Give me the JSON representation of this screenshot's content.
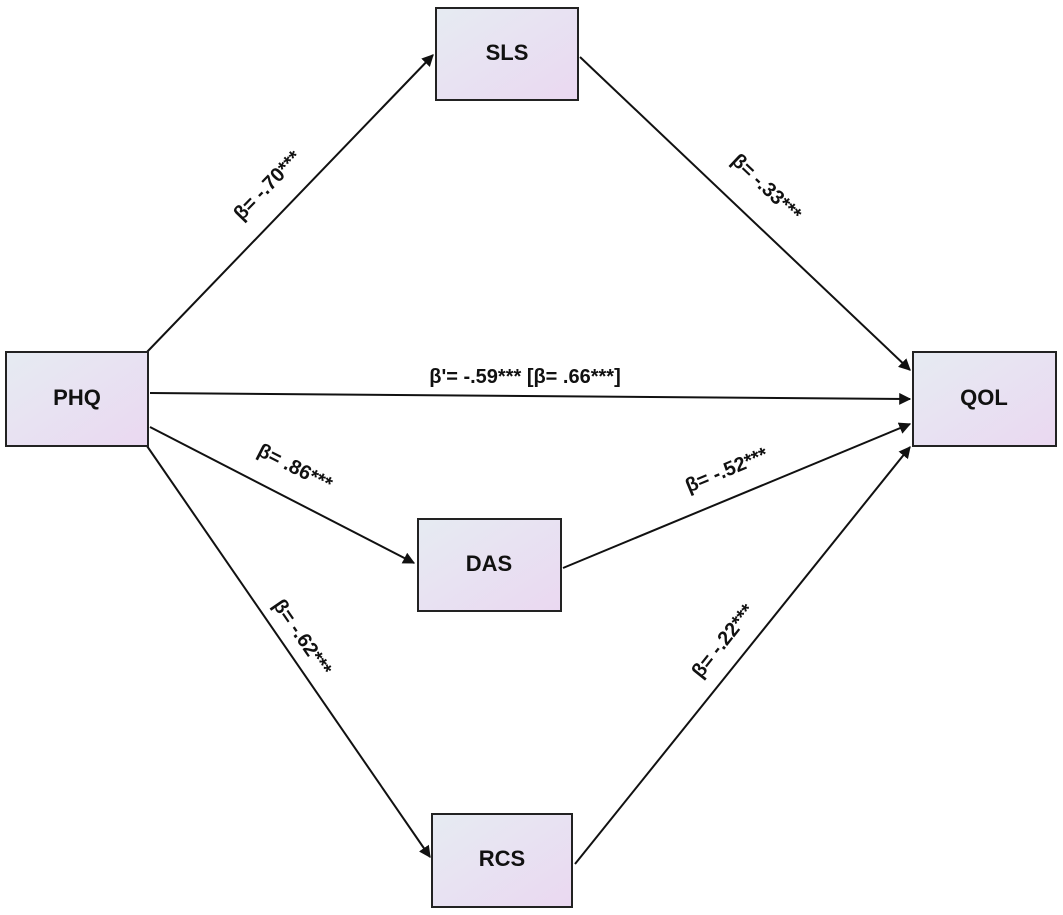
{
  "colors": {
    "box_fill_start": "#e6ebf2",
    "box_fill_end": "#ead8f1",
    "line": "#111111",
    "text": "#111111"
  },
  "nodes": {
    "sls": "SLS",
    "phq": "PHQ",
    "qol": "QOL",
    "das": "DAS",
    "rcs": "RCS"
  },
  "edges": {
    "phq_sls": "β= -.70***",
    "sls_qol": "β= -.33***",
    "phq_qol": "β'= -.59*** [β= .66***]",
    "phq_das": "β= .86***",
    "das_qol": "β= -.52***",
    "phq_rcs": "β= -.62***",
    "rcs_qol": "β= -.22***"
  }
}
